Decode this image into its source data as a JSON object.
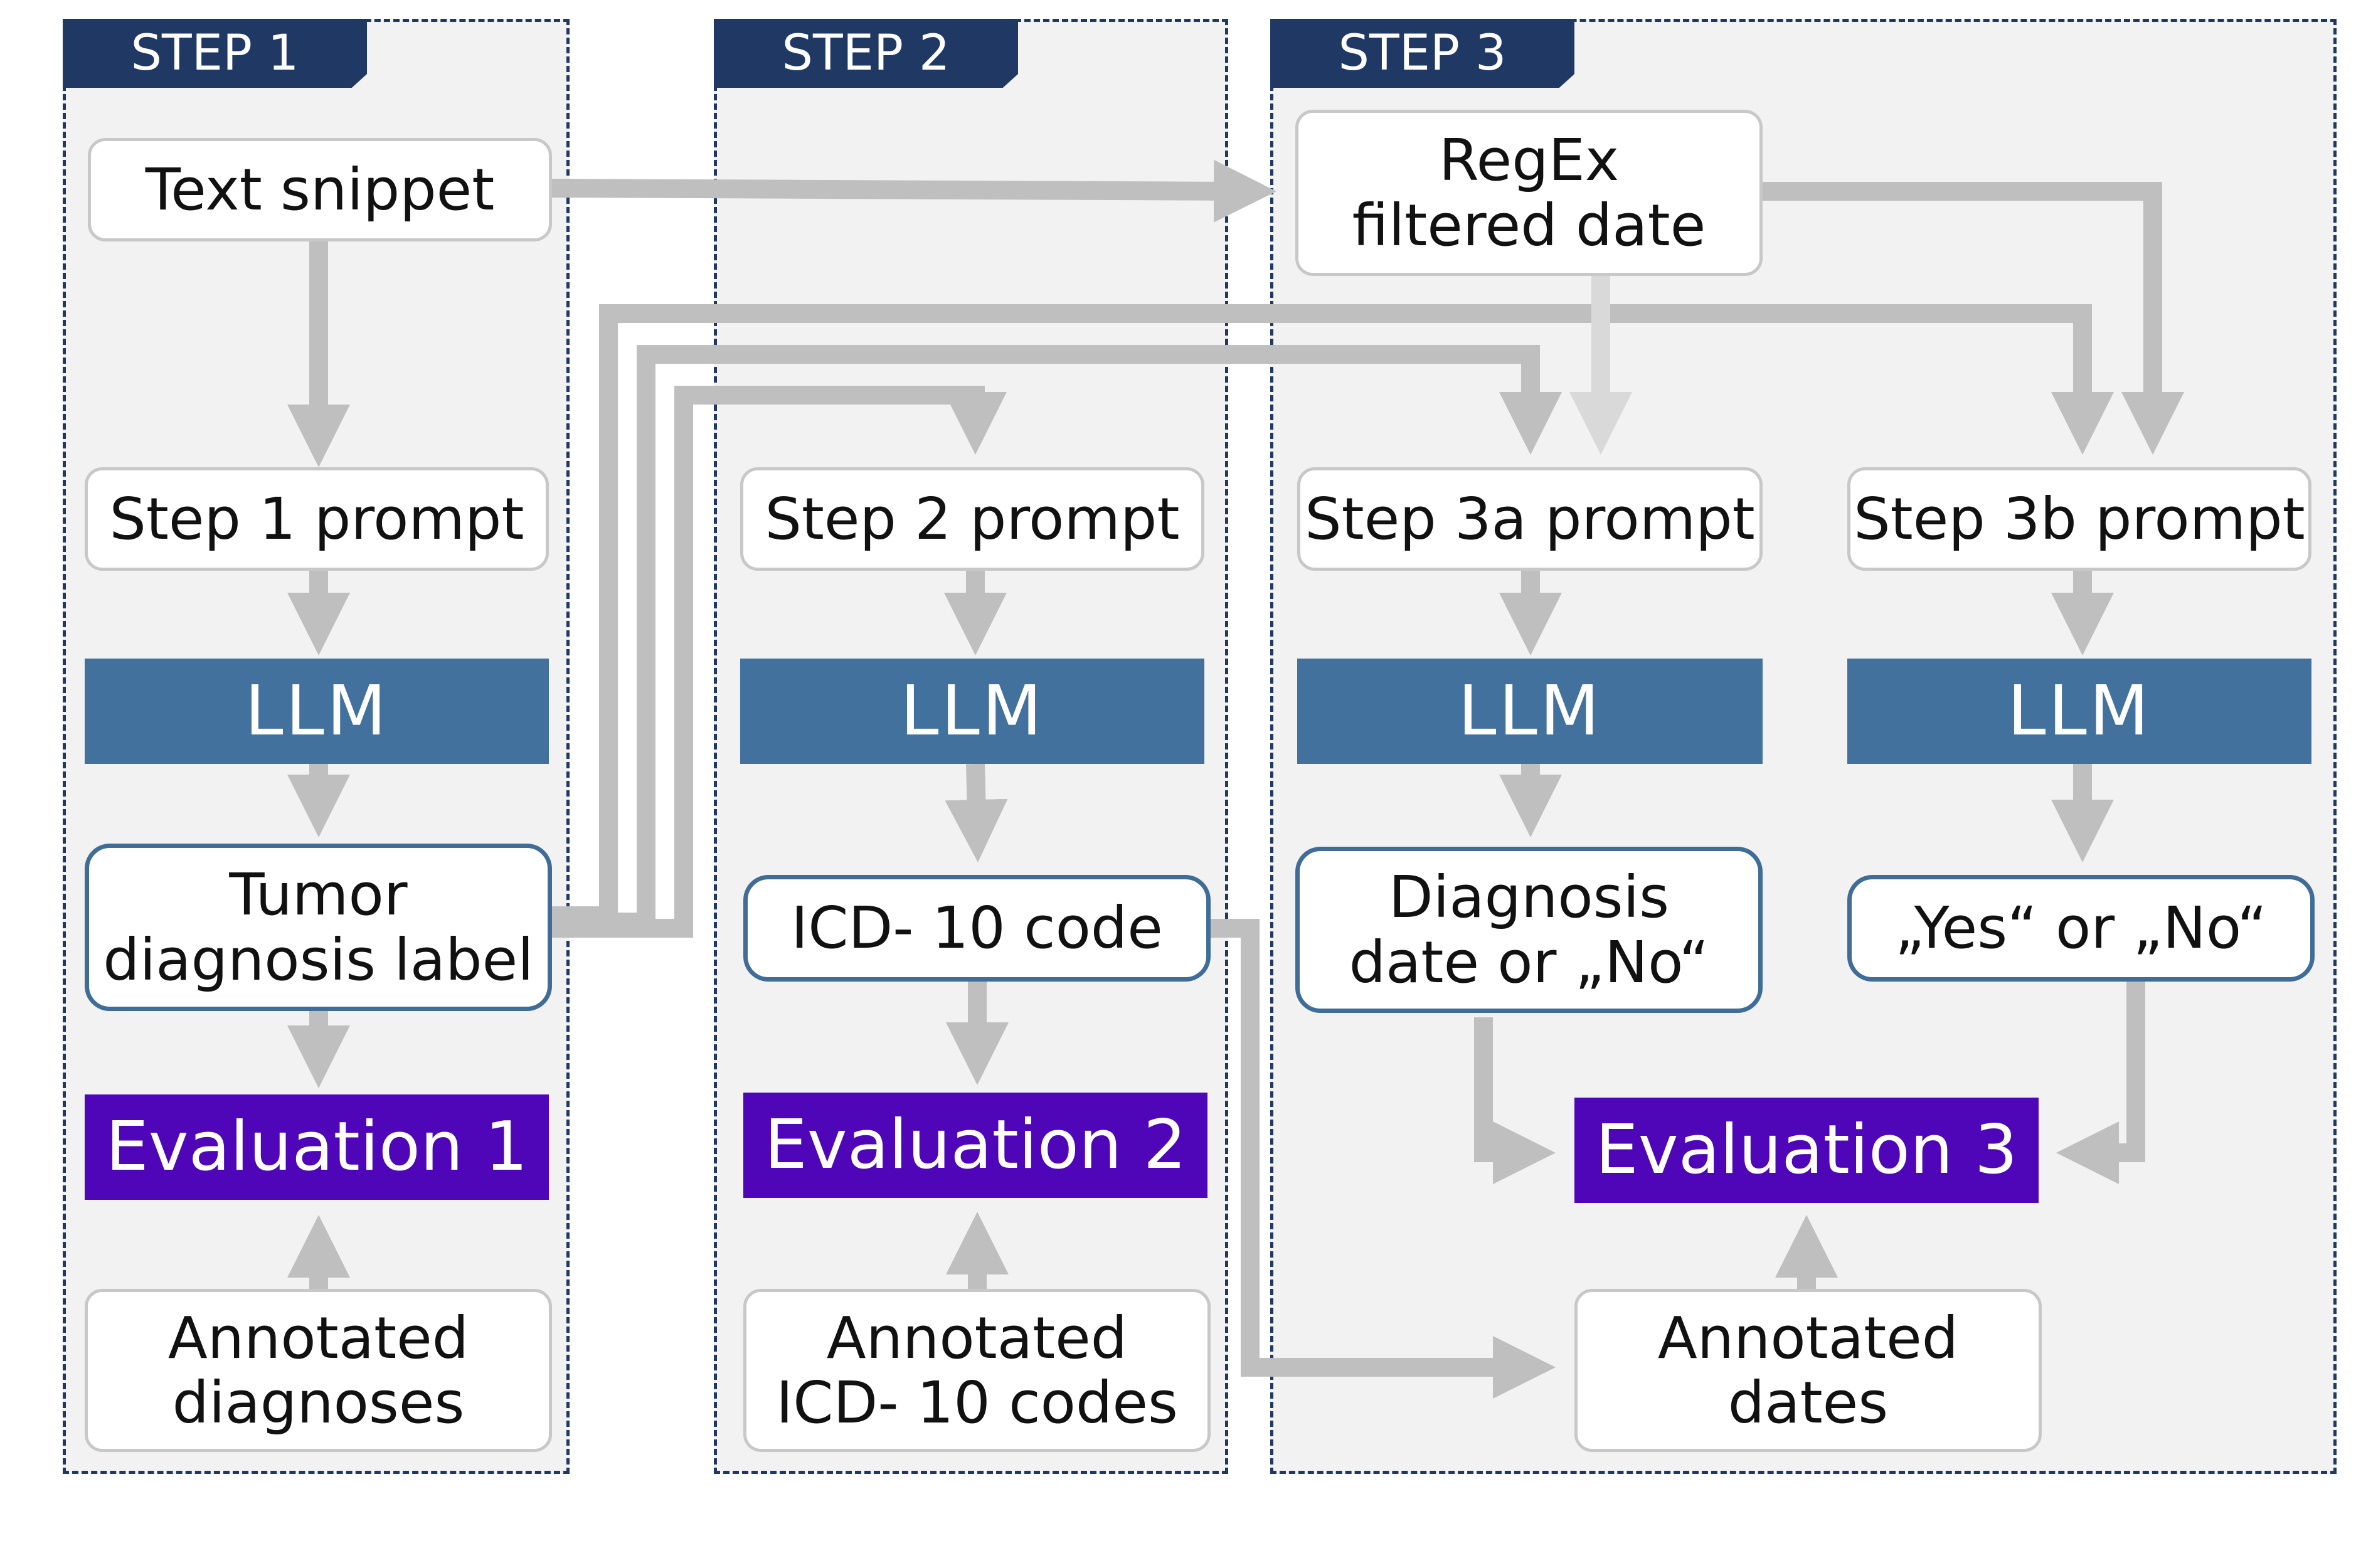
{
  "steps": {
    "step1": "STEP 1",
    "step2": "STEP 2",
    "step3": "STEP 3"
  },
  "boxes": {
    "text_snippet": "Text snippet",
    "step1_prompt": "Step 1 prompt",
    "llm": "LLM",
    "tumor_label_line1": "Tumor",
    "tumor_label_line2": "diagnosis label",
    "evaluation1": "Evaluation 1",
    "annotated_diagnoses_line1": "Annotated",
    "annotated_diagnoses_line2": "diagnoses",
    "step2_prompt": "Step 2 prompt",
    "icd10_code": "ICD- 10 code",
    "evaluation2": "Evaluation 2",
    "annotated_icd_line1": "Annotated",
    "annotated_icd_line2": "ICD- 10 codes",
    "regex_line1": "RegEx",
    "regex_line2": "filtered date",
    "step3a_prompt": "Step 3a prompt",
    "step3b_prompt": "Step 3b prompt",
    "diag_date_line1": "Diagnosis",
    "diag_date_line2": "date or „No“",
    "yes_no": "„Yes“ or „No“",
    "evaluation3": "Evaluation 3",
    "annotated_dates_line1": "Annotated",
    "annotated_dates_line2": "dates"
  },
  "colors": {
    "panel_border": "#1f3864",
    "panel_fill": "#f2f2f2",
    "llm": "#41719c",
    "evaluation": "#4f05b8",
    "arrow": "#bfbfbf",
    "arrow_light": "#d9d9d9"
  }
}
